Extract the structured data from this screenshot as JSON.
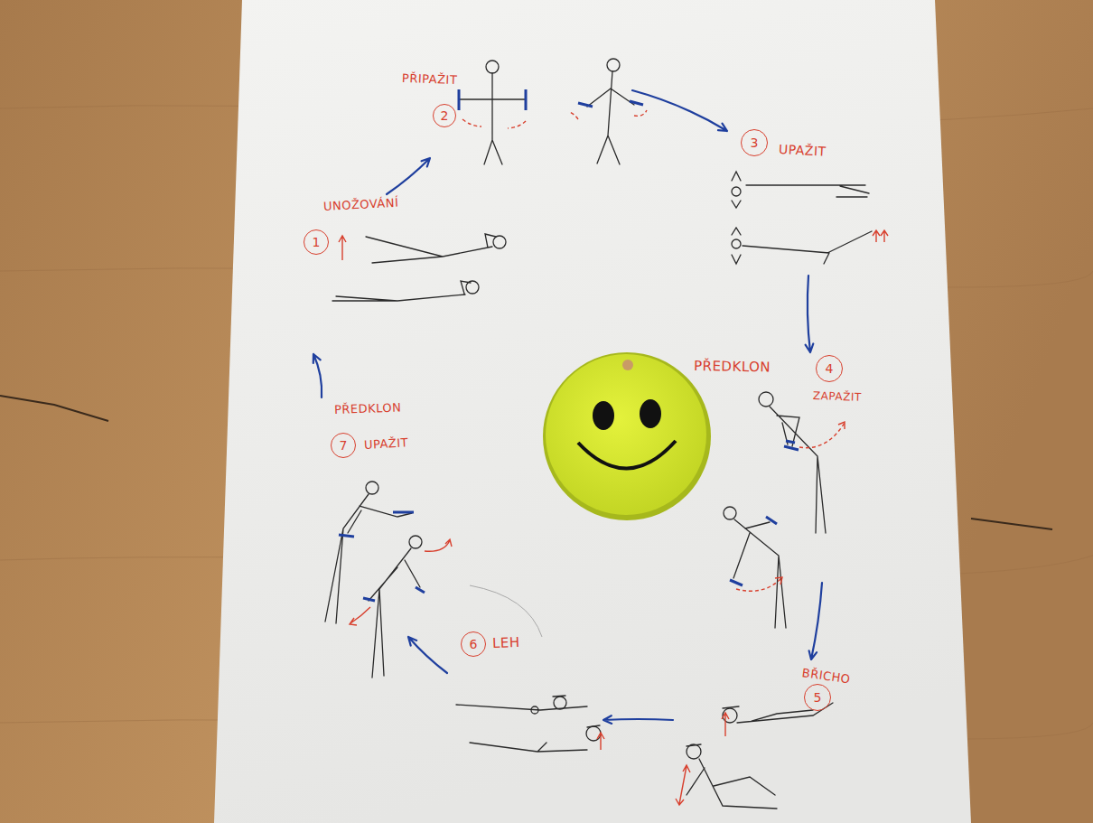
{
  "diagram": {
    "nodes": [
      {
        "text": [
          "1",
          "UNOŽOVÁNÍ"
        ]
      },
      {
        "text": [
          "2",
          "PŘIPAŽIT"
        ]
      },
      {
        "text": [
          "3",
          "UPAŽIT"
        ]
      },
      {
        "text": [
          "4",
          "PŘEDKLON",
          "ZAPAŽIT"
        ]
      },
      {
        "text": [
          "5",
          "BŘICHO"
        ]
      },
      {
        "text": [
          "6",
          "LEH"
        ]
      },
      {
        "text": [
          "7",
          "PŘEDKLON",
          "UPAŽIT"
        ]
      }
    ],
    "edges": [
      {
        "from": 0,
        "to": 1,
        "arrow": "to"
      },
      {
        "from": 1,
        "to": 2,
        "arrow": "to"
      },
      {
        "from": 2,
        "to": 3,
        "arrow": "to"
      },
      {
        "from": 3,
        "to": 4,
        "arrow": "to"
      },
      {
        "from": 4,
        "to": 5,
        "arrow": "to"
      },
      {
        "from": 5,
        "to": 6,
        "arrow": "to"
      },
      {
        "from": 6,
        "to": 0,
        "arrow": "to"
      }
    ]
  }
}
